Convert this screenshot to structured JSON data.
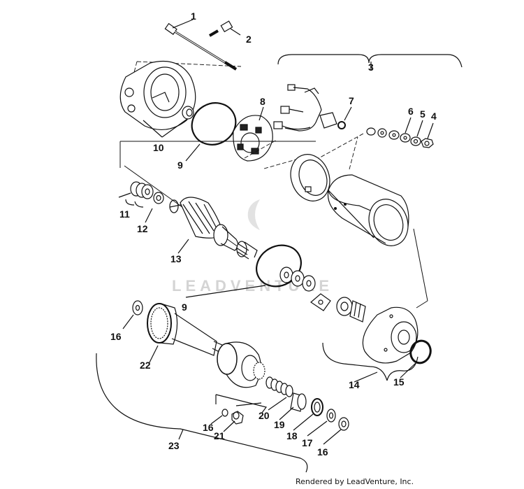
{
  "callouts": [
    "1",
    "2",
    "3",
    "4",
    "5",
    "6",
    "7",
    "8",
    "9",
    "10",
    "11",
    "12",
    "13",
    "9",
    "14",
    "15",
    "16",
    "22",
    "16",
    "21",
    "20",
    "19",
    "18",
    "17",
    "16",
    "23"
  ],
  "watermark": "LEADVENTURE",
  "credit": "Rendered by LeadVenture, Inc."
}
